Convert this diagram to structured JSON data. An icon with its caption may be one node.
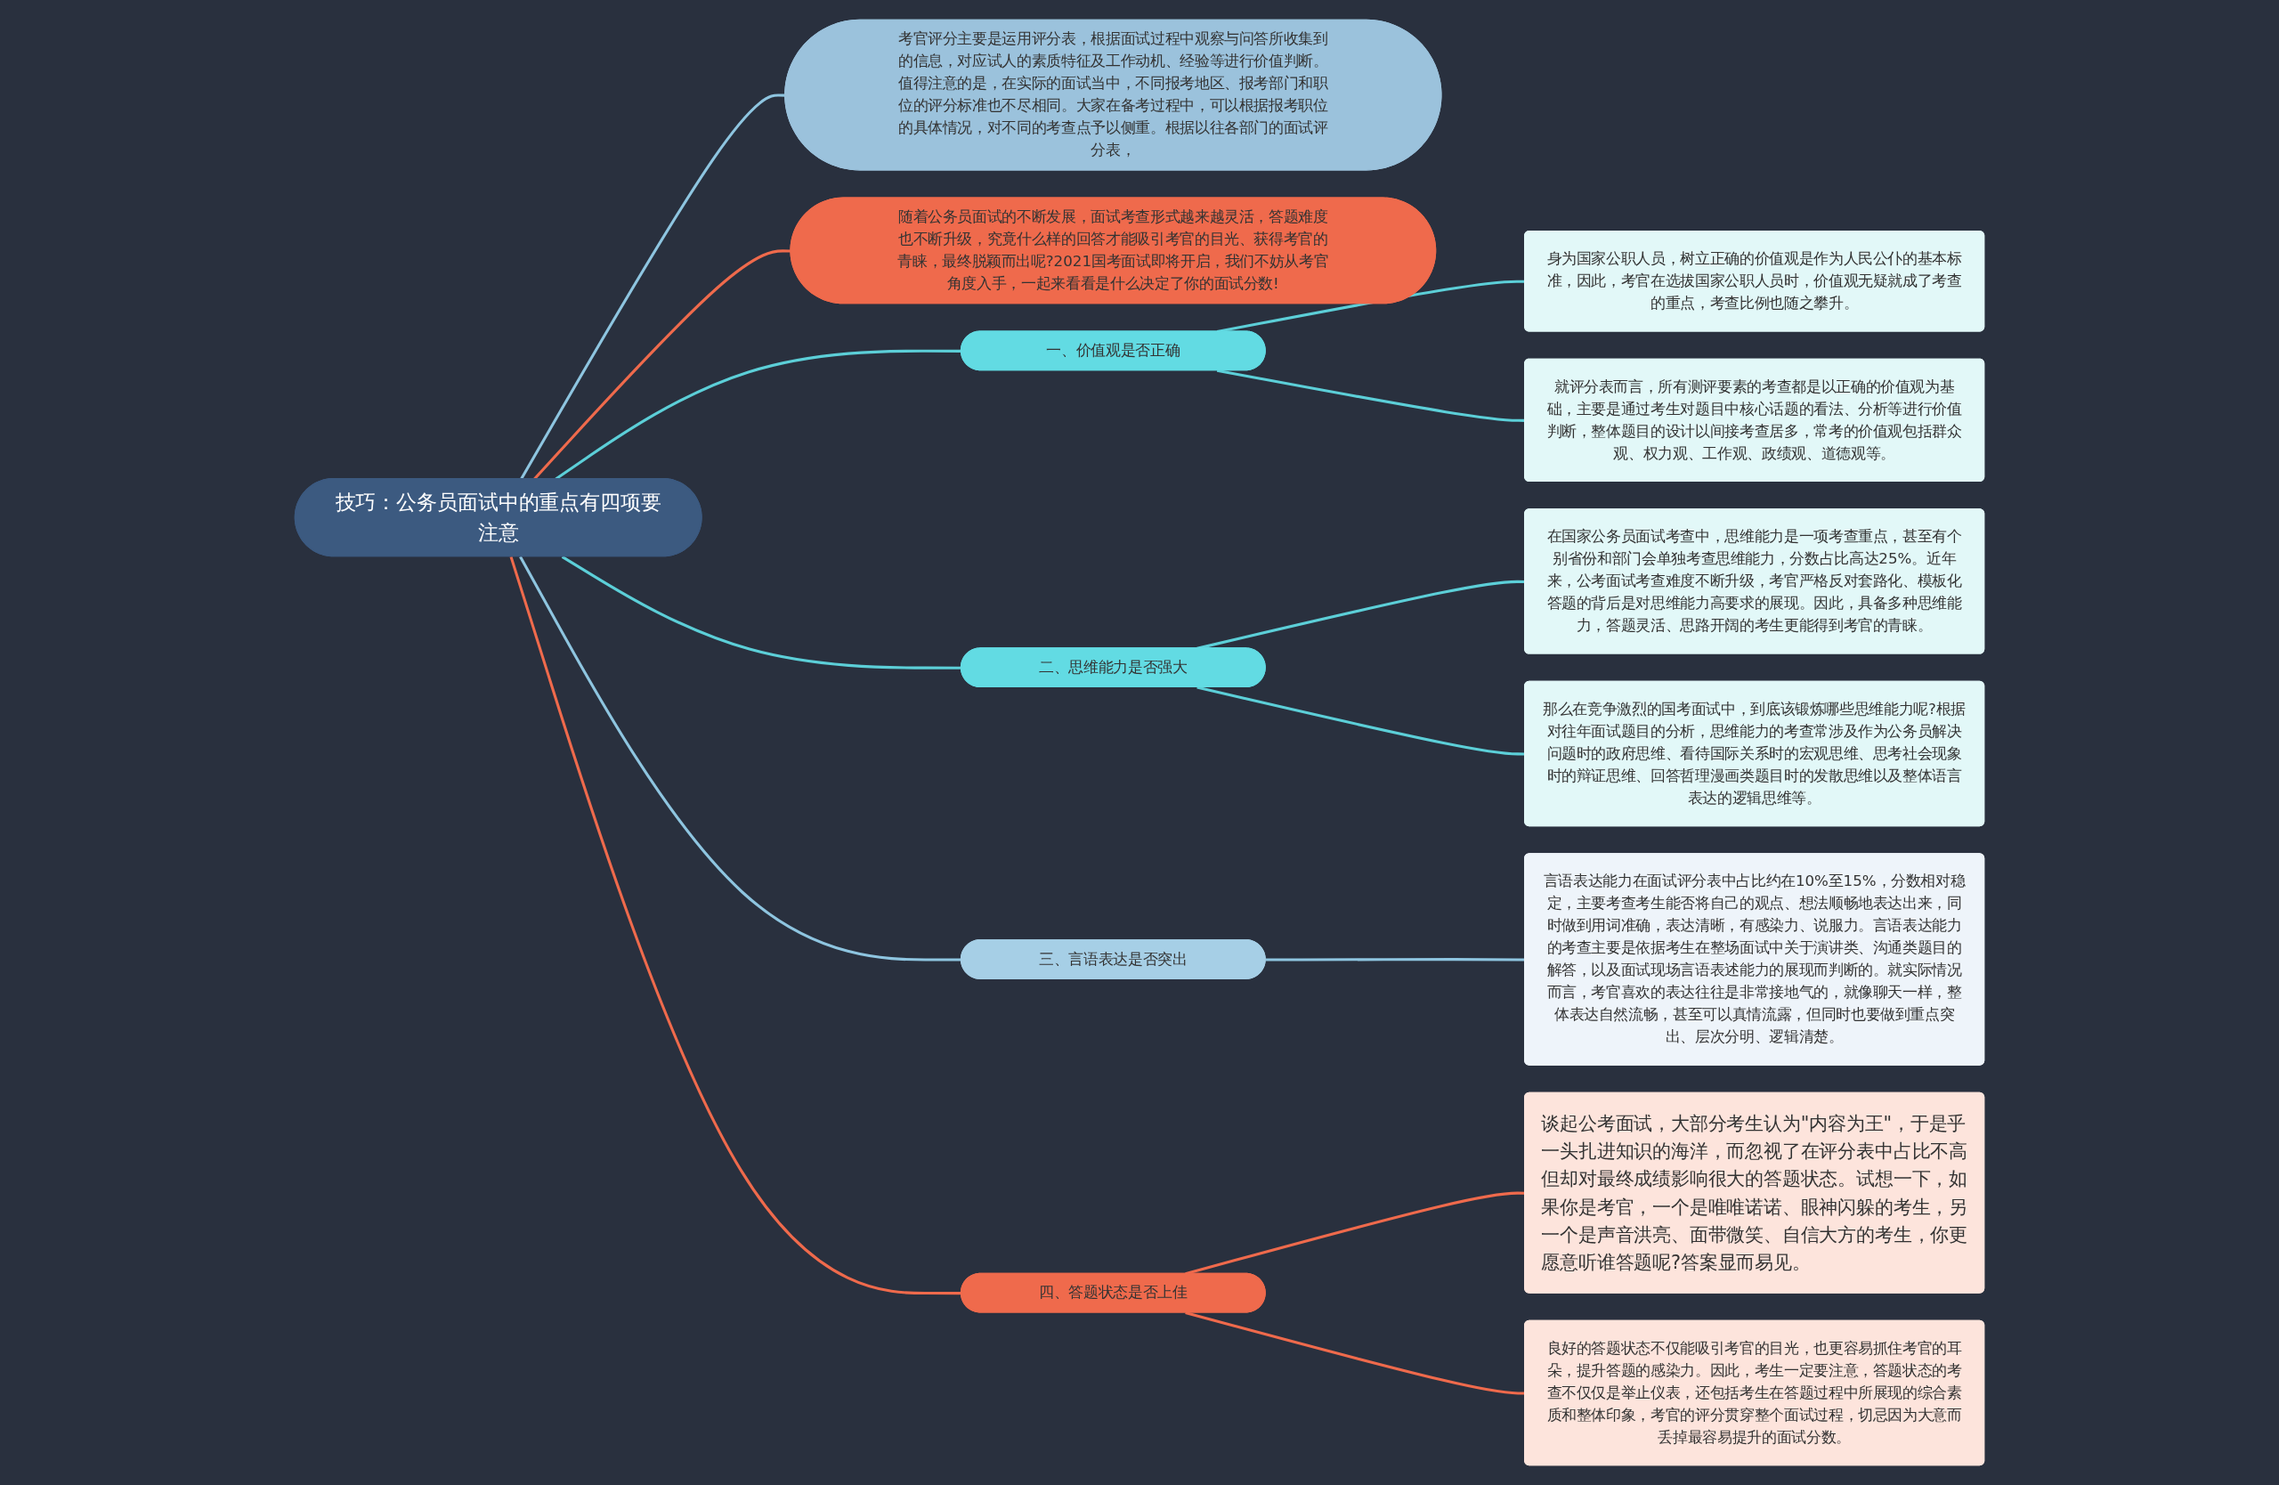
{
  "diagram": {
    "nodes": [
      {
        "text": [
          "技巧：公务员面试中的重点有四项要注意"
        ]
      },
      {
        "text": [
          "考官评分主要是运用评分表，根据面试过程中观察与问答所收集到的信息，对应试人的素质特征及工作动机、经验等进行价值判断。值得注意的是，在实际的面试当中，不同报考地区、报考部门和职位的评分标准也不尽相同。大家在备考过程中，可以根据报考职位的具体情况，对不同的考查点予以侧重。根据以往各部门的面试评分表，"
        ]
      },
      {
        "text": [
          "随着公务员面试的不断发展，面试考查形式越来越灵活，答题难度也不断升级，究竟什么样的回答才能吸引考官的目光、获得考官的青睐，最终脱颖而出呢?2021国考面试即将开启，我们不妨从考官角度入手，一起来看看是什么决定了你的面试分数!"
        ]
      },
      {
        "text": [
          "一、价值观是否正确"
        ]
      },
      {
        "text": [
          "身为国家公职人员，树立正确的价值观是作为人民公仆的基本标准，因此，考官在选拔国家公职人员时，价值观无疑就成了考查的重点，考查比例也随之攀升。"
        ]
      },
      {
        "text": [
          "就评分表而言，所有测评要素的考查都是以正确的价值观为基础，主要是通过考生对题目中核心话题的看法、分析等进行价值判断，整体题目的设计以间接考查居多，常考的价值观包括群众观、权力观、工作观、政绩观、道德观等。"
        ]
      },
      {
        "text": [
          "二、思维能力是否强大"
        ]
      },
      {
        "text": [
          "在国家公务员面试考查中，思维能力是一项考查重点，甚至有个别省份和部门会单独考查思维能力，分数占比高达25%。近年来，公考面试考查难度不断升级，考官严格反对套路化、模板化答题的背后是对思维能力高要求的展现。因此，具备多种思维能力，答题灵活、思路开阔的考生更能得到考官的青睐。"
        ]
      },
      {
        "text": [
          "那么在竞争激烈的国考面试中，到底该锻炼哪些思维能力呢?根据对往年面试题目的分析，思维能力的考查常涉及作为公务员解决问题时的政府思维、看待国际关系时的宏观思维、思考社会现象时的辩证思维、回答哲理漫画类题目时的发散思维以及整体语言表达的逻辑思维等。"
        ]
      },
      {
        "text": [
          "三、言语表达是否突出"
        ]
      },
      {
        "text": [
          "言语表达能力在面试评分表中占比约在10%至15%，分数相对稳定，主要考查考生能否将自己的观点、想法顺畅地表达出来，同时做到用词准确，表达清晰，有感染力、说服力。言语表达能力的考查主要是依据考生在整场面试中关于演讲类、沟通类题目的解答，以及面试现场言语表述能力的展现而判断的。就实际情况而言，考官喜欢的表达往往是非常接地气的，就像聊天一样，整体表达自然流畅，甚至可以真情流露，但同时也要做到重点突出、层次分明、逻辑清楚。"
        ]
      },
      {
        "text": [
          "四、答题状态是否上佳"
        ]
      },
      {
        "text": [
          "谈起公考面试，大部分考生认为\"内容为王\"，于是乎一头扎进知识的海洋，而忽视了在评分表中占比不高但却对最终成绩影响很大的答题状态。试想一下，如果你是考官，一个是唯唯诺诺、眼神闪躲的考生，另一个是声音洪亮、面带微笑、自信大方的考生，你更愿意听谁答题呢?答案显而易见。"
        ]
      },
      {
        "text": [
          "良好的答题状态不仅能吸引考官的目光，也更容易抓住考官的耳朵，提升答题的感染力。因此，考生一定要注意，答题状态的考查不仅仅是举止仪表，还包括考生在答题过程中所展现的综合素质和整体印象，考官的评分贯穿整个面试过程，切忌因为大意而丢掉最容易提升的面试分数。"
        ]
      }
    ],
    "edges": [
      {
        "from": 0,
        "to": 1,
        "arrow": "none",
        "color": "#8ec5e0"
      },
      {
        "from": 0,
        "to": 2,
        "arrow": "none",
        "color": "#ef6a4c"
      },
      {
        "from": 0,
        "to": 3,
        "arrow": "none"
      },
      {
        "from": 3,
        "to": 4,
        "arrow": "none"
      },
      {
        "from": 3,
        "to": 5,
        "arrow": "none"
      },
      {
        "from": 0,
        "to": 6,
        "arrow": "none"
      },
      {
        "from": 6,
        "to": 7,
        "arrow": "none"
      },
      {
        "from": 6,
        "to": 8,
        "arrow": "none"
      },
      {
        "from": 0,
        "to": 9,
        "arrow": "none",
        "color": "#8ec5e0"
      },
      {
        "from": 9,
        "to": 10,
        "arrow": "none",
        "color": "#8ec5e0"
      },
      {
        "from": 0,
        "to": 11,
        "arrow": "none",
        "color": "#ef6a4c"
      },
      {
        "from": 11,
        "to": 12,
        "arrow": "none",
        "color": "#ef6a4c"
      },
      {
        "from": 11,
        "to": 13,
        "arrow": "none",
        "color": "#ef6a4c"
      }
    ]
  }
}
